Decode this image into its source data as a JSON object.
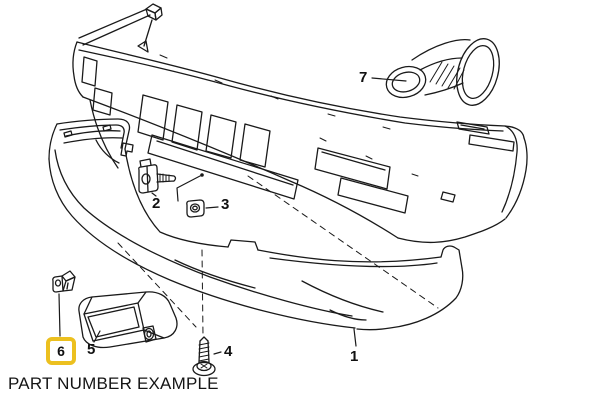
{
  "title": "PART NUMBER EXAMPLE",
  "diagram": {
    "parts": [
      {
        "number": "1"
      },
      {
        "number": "2"
      },
      {
        "number": "3"
      },
      {
        "number": "4"
      },
      {
        "number": "5"
      },
      {
        "number": "6"
      },
      {
        "number": "7"
      }
    ],
    "highlighted_part": "6",
    "colors": {
      "highlight": "#ecc01f",
      "line": "#1a1a1a",
      "background": "#ffffff"
    }
  }
}
